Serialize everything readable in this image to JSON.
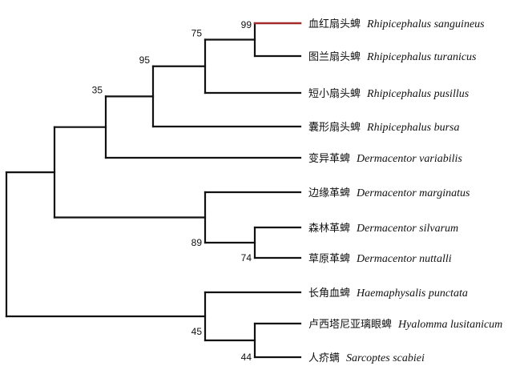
{
  "colors": {
    "line": "#111111",
    "highlight": "#a52a2a",
    "background": "#ffffff"
  },
  "taxa": [
    {
      "cn": "血红扇头蜱",
      "sci": "Rhipicephalus sanguineus",
      "highlight": true
    },
    {
      "cn": "图兰扇头蜱",
      "sci": "Rhipicephalus turanicus"
    },
    {
      "cn": "短小扇头蜱",
      "sci": "Rhipicephalus pusillus"
    },
    {
      "cn": "囊形扇头蜱",
      "sci": "Rhipicephalus bursa"
    },
    {
      "cn": "变异革蜱",
      "sci": "Dermacentor variabilis"
    },
    {
      "cn": "边缘革蜱",
      "sci": "Dermacentor marginatus"
    },
    {
      "cn": "森林革蜱",
      "sci": "Dermacentor silvarum"
    },
    {
      "cn": "草原革蜱",
      "sci": "Dermacentor nuttalli"
    },
    {
      "cn": "长角血蜱",
      "sci": "Haemaphysalis punctata"
    },
    {
      "cn": "卢西塔尼亚璃眼蜱",
      "sci": "Hyalomma lusitanicum"
    },
    {
      "cn": "人疥螨",
      "sci": "Sarcoptes scabiei"
    }
  ],
  "bootstrap": {
    "rhip_sang_tur": "99",
    "rhip_tur_group": "75",
    "rhip_pus_group": "95",
    "dermacentor_variabilis_clade": "35",
    "dermacentor_marginatus_group": "89",
    "dermacentor_silv_nut": "74",
    "outgroup_clade": "45",
    "hyalomma_sarcoptes": "44"
  }
}
